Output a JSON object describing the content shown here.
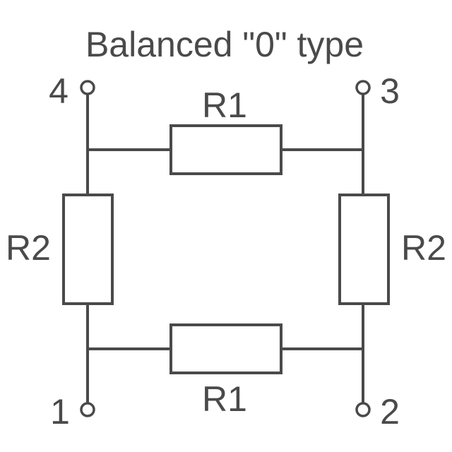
{
  "diagram": {
    "title": "Balanced \"0\" type",
    "line_color": "#4a4a4a",
    "terminals": {
      "t1": "1",
      "t2": "2",
      "t3": "3",
      "t4": "4"
    },
    "resistors": {
      "top": "R1",
      "bottom": "R1",
      "left": "R2",
      "right": "R2"
    }
  }
}
